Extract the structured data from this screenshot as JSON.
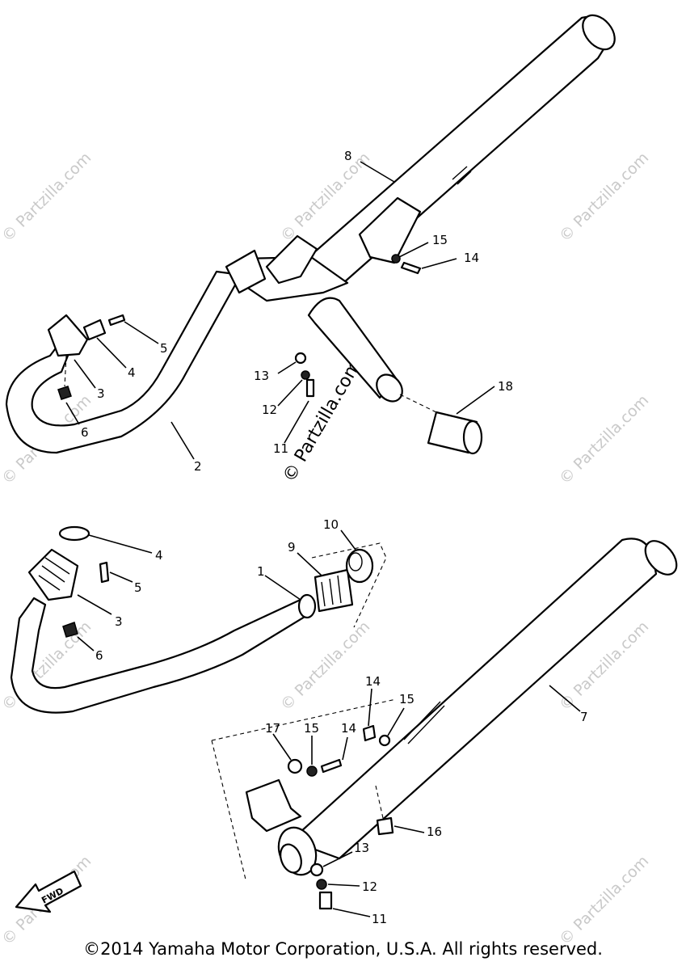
{
  "watermark": "© Partzilla.com",
  "callouts": {
    "upper": {
      "p2": "2",
      "p3": "3",
      "p4": "4",
      "p5": "5",
      "p6": "6",
      "p8": "8",
      "p11": "11",
      "p12": "12",
      "p13": "13",
      "p14": "14",
      "p15": "15",
      "p18": "18"
    },
    "lower": {
      "p1": "1",
      "p3": "3",
      "p4": "4",
      "p5": "5",
      "p6": "6",
      "p7": "7",
      "p9": "9",
      "p10": "10",
      "p11": "11",
      "p12": "12",
      "p13": "13",
      "p14a": "14",
      "p14b": "14",
      "p15a": "15",
      "p15b": "15",
      "p16": "16",
      "p17": "17"
    }
  },
  "fwd_label": "FWD",
  "copyright": "©2014 Yamaha Motor Corporation, U.S.A. All rights reserved."
}
